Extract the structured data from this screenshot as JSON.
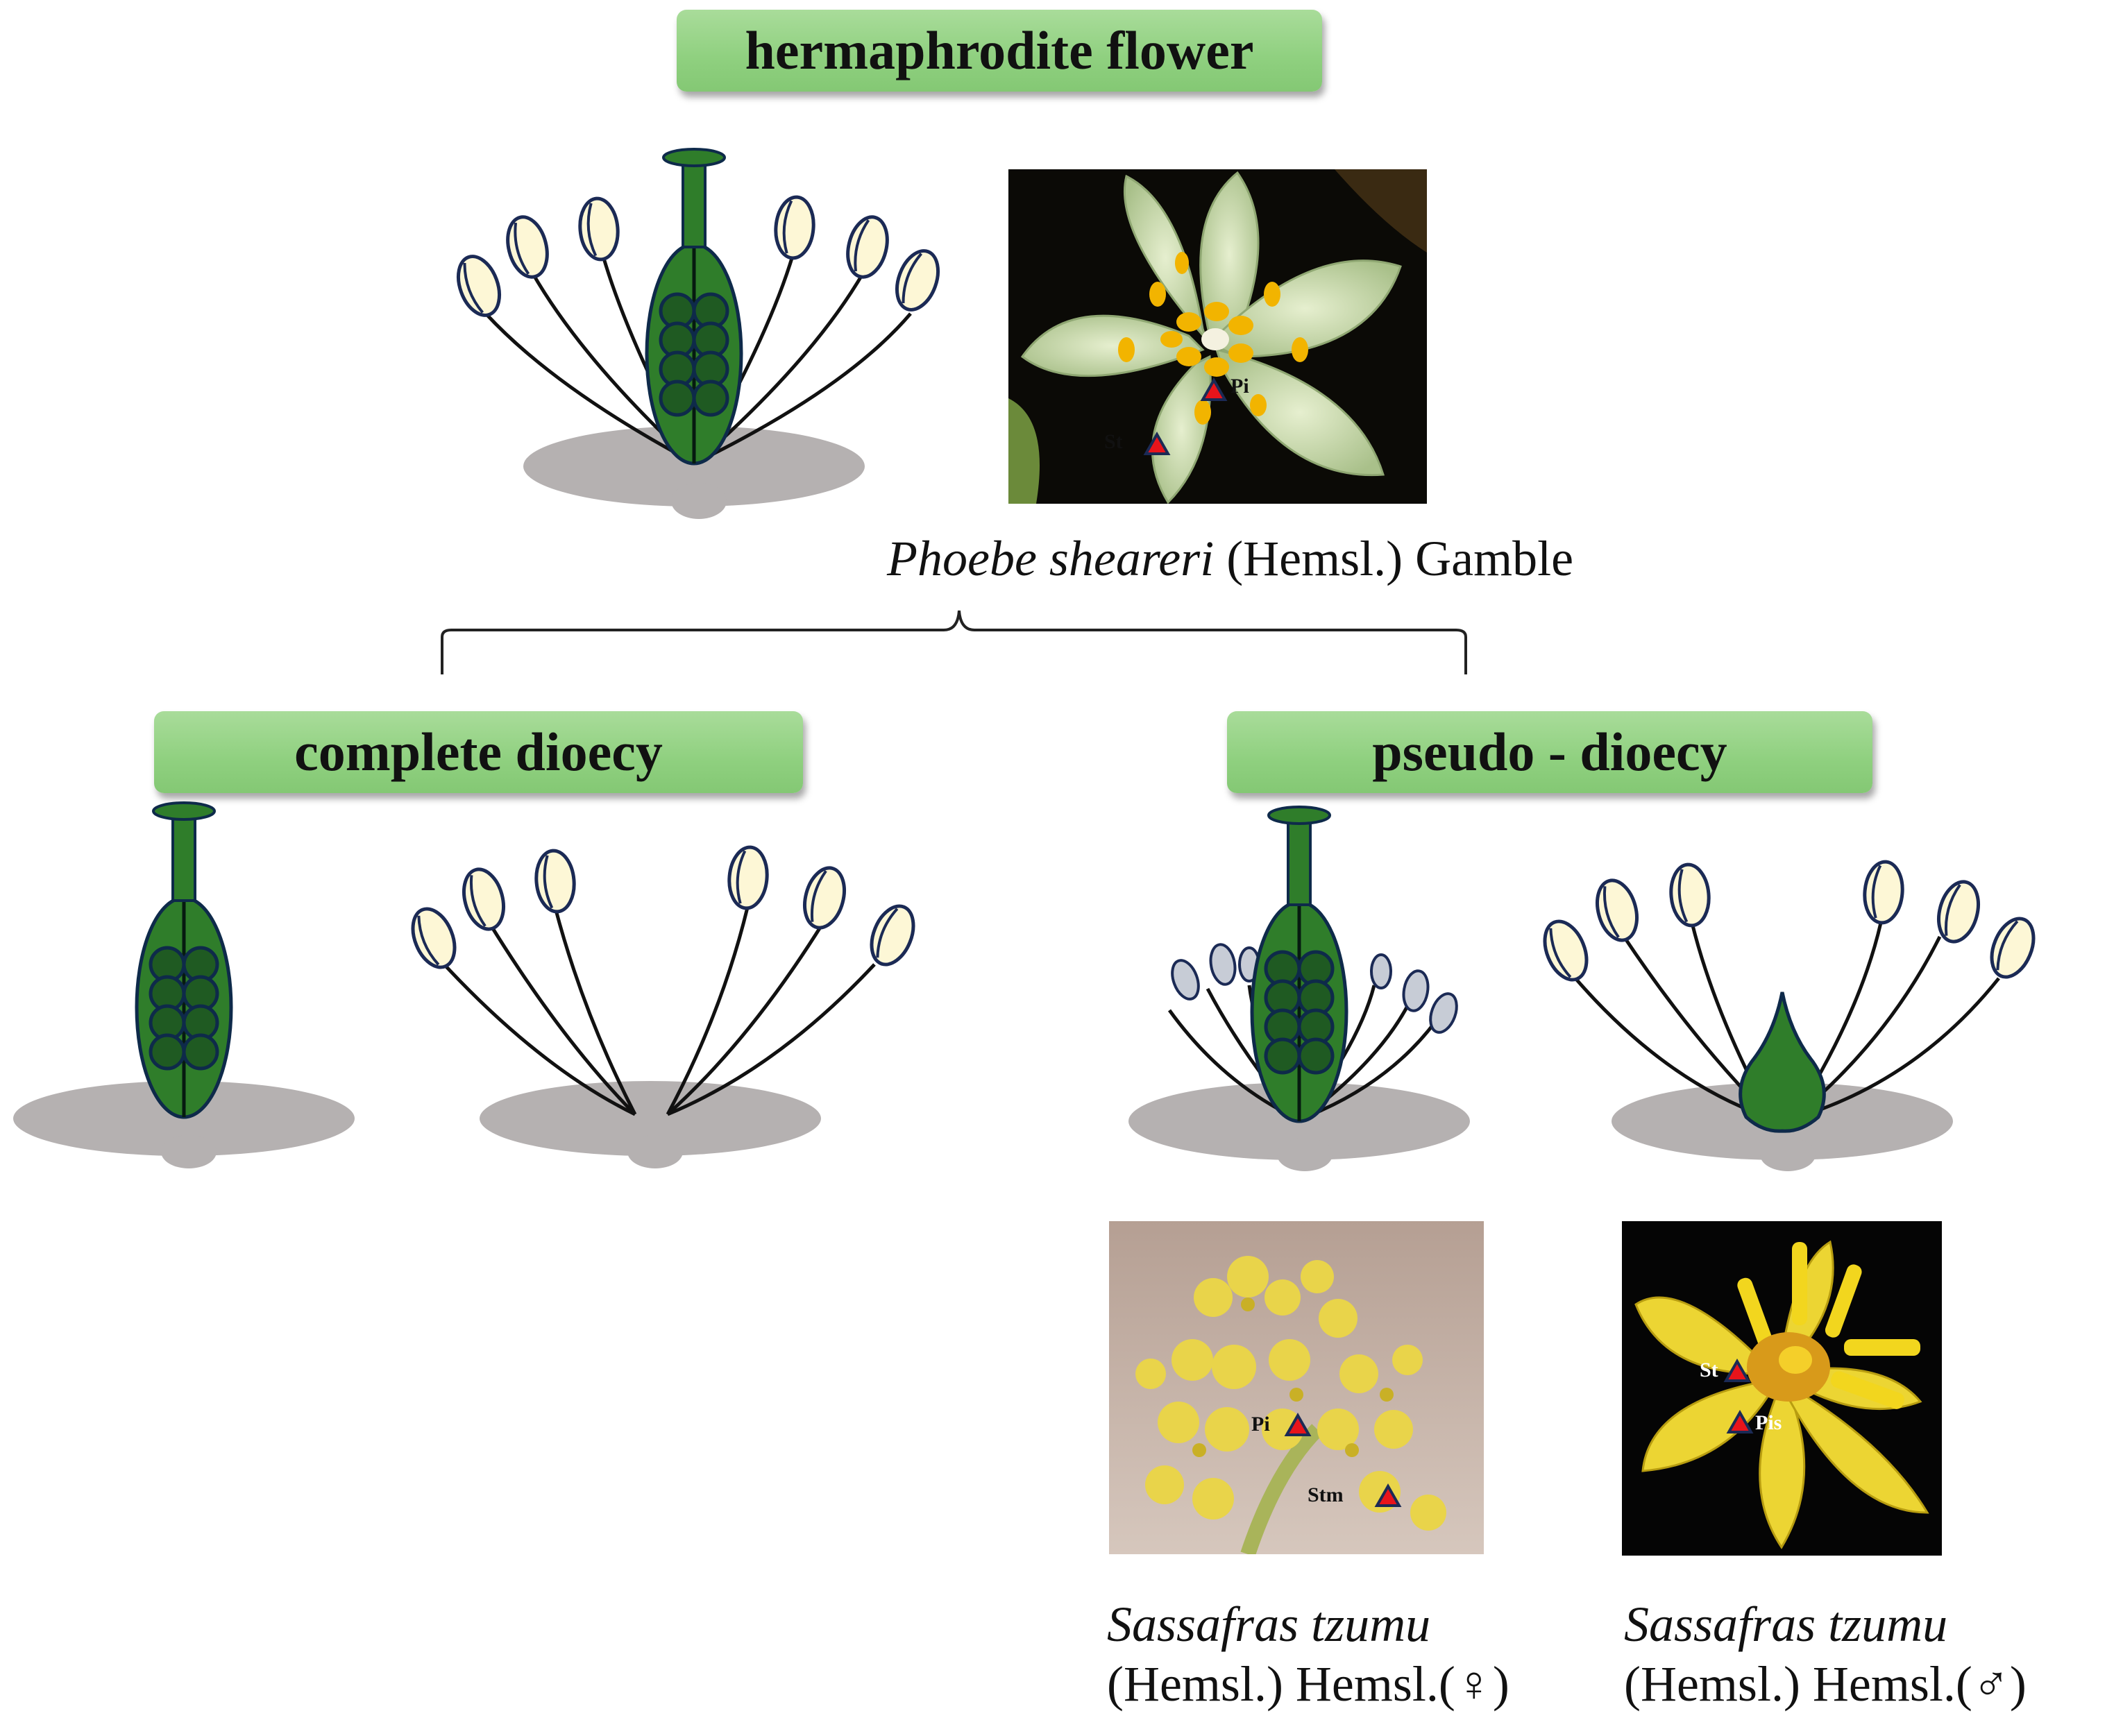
{
  "titles": {
    "hermaphrodite": "hermaphrodite flower",
    "complete": "complete dioecy",
    "pseudo": "pseudo - dioecy"
  },
  "captions": {
    "phoebe": {
      "genus": "Phoebe sheareri",
      "authority": " (Hemsl.) Gamble"
    },
    "female": {
      "species": "Sassafras tzumu",
      "authority": "(Hemsl.) Hemsl.(♀)"
    },
    "male": {
      "species": "Sassafras tzumu",
      "authority": "(Hemsl.) Hemsl.(♂)"
    }
  },
  "photo_labels": {
    "phoebe": {
      "pistil": "Pi",
      "stamen": "St"
    },
    "female": {
      "pistil": "Pi",
      "stamen": "Stm"
    },
    "male": {
      "stamen": "St",
      "pistil": "Pis"
    }
  },
  "colors": {
    "banner": "#8fd07f",
    "ovary": "#2f7d2a",
    "ovule": "#1f5a22",
    "anther": "#fdf7d6",
    "receptacle": "#b5b1b1",
    "marker": "#e8141b"
  }
}
